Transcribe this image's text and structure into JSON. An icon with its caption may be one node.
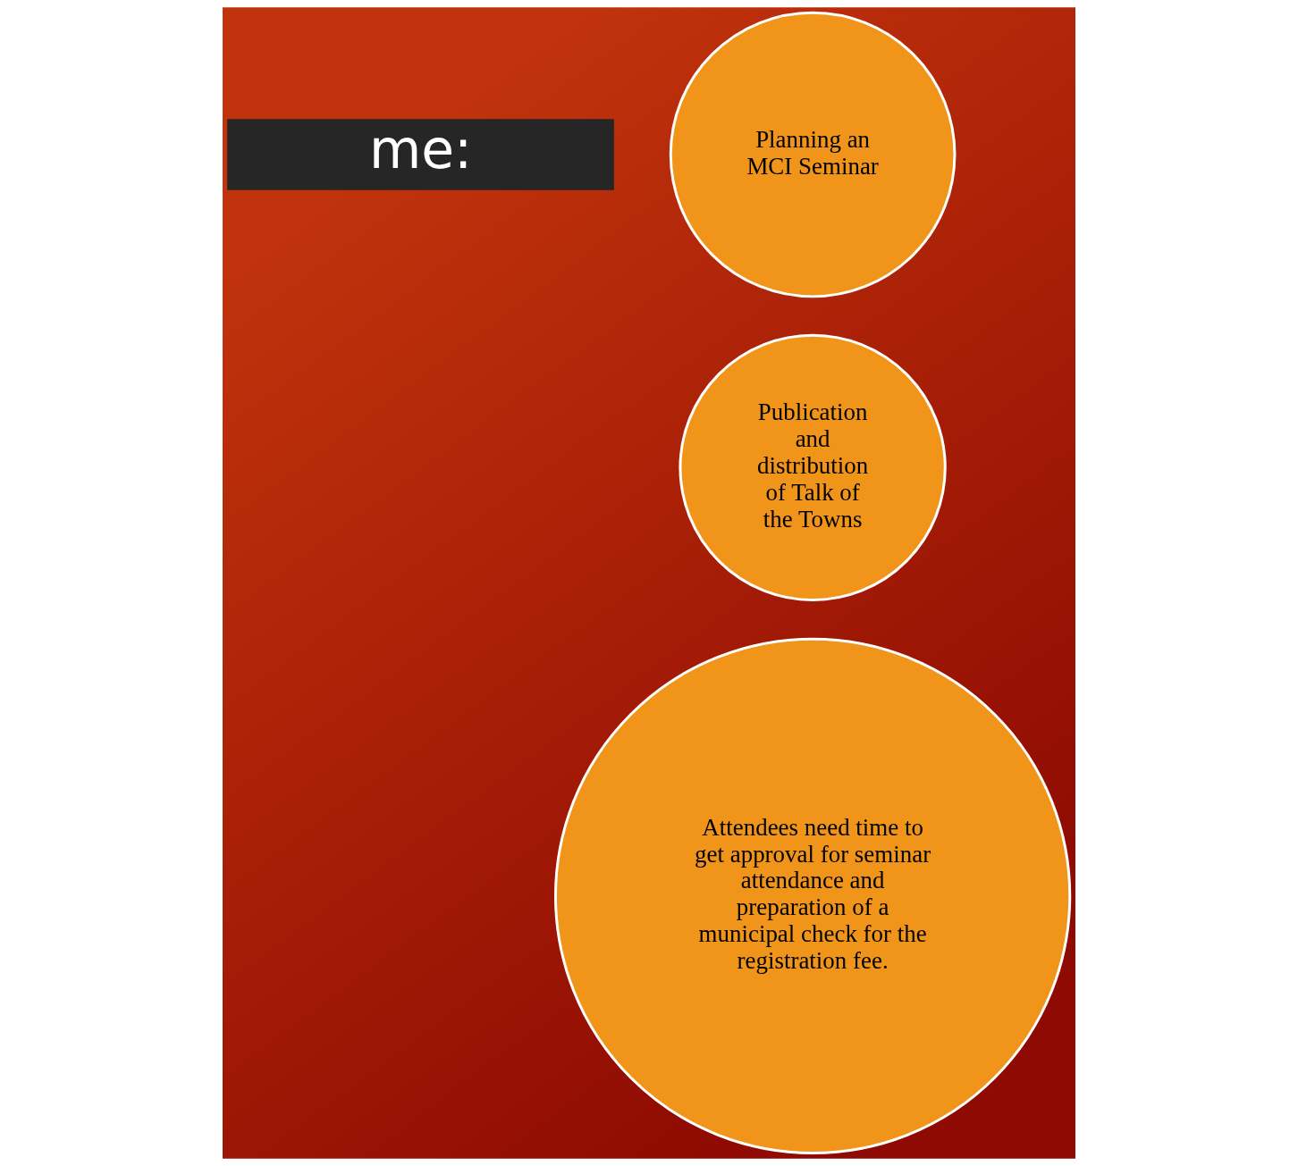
{
  "diagram": {
    "nodes": [
      {
        "text": [
          "Planning an MCI Seminar"
        ]
      },
      {
        "text": [
          "Publication and distribution of Talk of the Towns"
        ]
      },
      {
        "text": [
          "Attendees need time to get approval for seminar attendance and preparation of a municipal check for the registration fee."
        ]
      }
    ],
    "labels": [
      "me:"
    ]
  }
}
